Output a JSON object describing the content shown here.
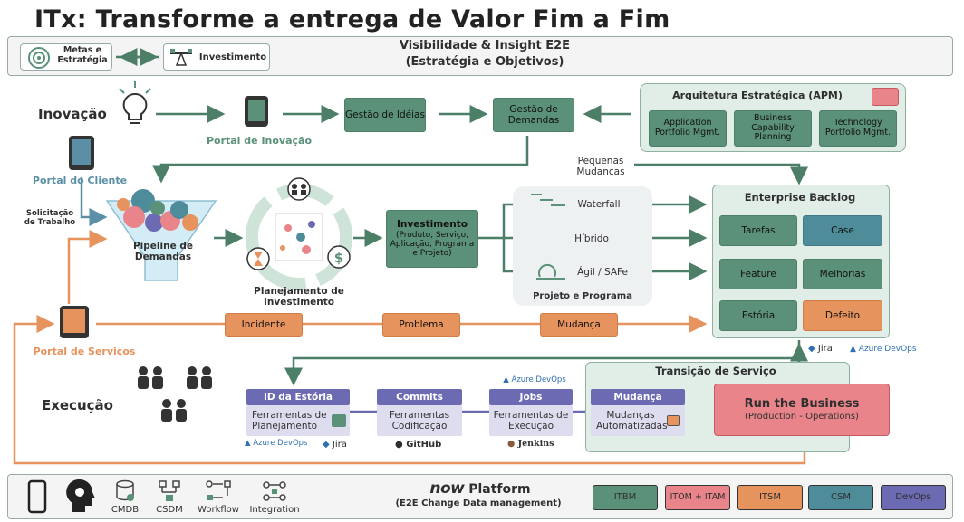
{
  "title": "ITx: Transforme a entrega de Valor Fim a Fim",
  "top_bar": {
    "metas": "Metas e Estratégia",
    "investimento": "Investimento",
    "visibilidade_1": "Visibilidade & Insight E2E",
    "visibilidade_2": "(Estratégia e Objetivos)"
  },
  "inovacao": {
    "label": "Inovação",
    "portal": "Portal de Inovação",
    "gestao_ideias": "Gestão de Idéias",
    "gestao_demandas": "Gestão de Demandas"
  },
  "apm": {
    "title": "Arquitetura Estratégica (APM)",
    "items": [
      "Application Portfolio Mgmt.",
      "Business Capability Planning",
      "Technology Portfolio Mgmt."
    ]
  },
  "pequenas": "Pequenas Mudanças",
  "portal_cliente": "Portal do Cliente",
  "solicitacao": "Solicitação de Trabalho",
  "pipeline": "Pipeline de Demandas",
  "planejamento": "Planejamento de Investimento",
  "investimento_box": {
    "title": "Investimento",
    "desc": "(Produto, Serviço, Aplicação, Programa e Projeto)"
  },
  "projeto": {
    "waterfall": "Waterfall",
    "hibrido": "Híbrido",
    "agil": "Ágil / SAFe",
    "label": "Projeto e Programa"
  },
  "backlog": {
    "title": "Enterprise Backlog",
    "items": [
      "Tarefas",
      "Case",
      "Feature",
      "Melhorias",
      "Estória",
      "Defeito"
    ]
  },
  "portal_servicos": "Portal de Serviços",
  "flow_orange": [
    "Incidente",
    "Problema",
    "Mudança"
  ],
  "tools_jira": "Jira",
  "tools_azure": "Azure DevOps",
  "transicao": "Transição de Serviço",
  "execucao": "Execução",
  "pipeline_exec": [
    {
      "title": "ID da Estória",
      "desc": "Ferramentas de Planejamento"
    },
    {
      "title": "Commits",
      "desc": "Ferramentas Codificação"
    },
    {
      "title": "Jobs",
      "desc": "Ferramentas de Execução"
    },
    {
      "title": "Mudança",
      "desc": "Mudanças Automatizadas"
    }
  ],
  "github": "GitHub",
  "jenkins": "Jenkins",
  "run": {
    "title": "Run the Business",
    "desc": "(Production - Operations)"
  },
  "bottom": {
    "icons": [
      "CMDB",
      "CSDM",
      "Workflow",
      "Integration"
    ],
    "now": "now",
    "platform": "Platform",
    "e2e": "(E2E Change Data management)",
    "modules": [
      "ITBM",
      "ITOM + ITAM",
      "ITSM",
      "CSM",
      "DevOps"
    ],
    "module_colors": [
      "#5b9178",
      "#e9858a",
      "#e6935e",
      "#4f8c99",
      "#6b6ab3"
    ]
  }
}
